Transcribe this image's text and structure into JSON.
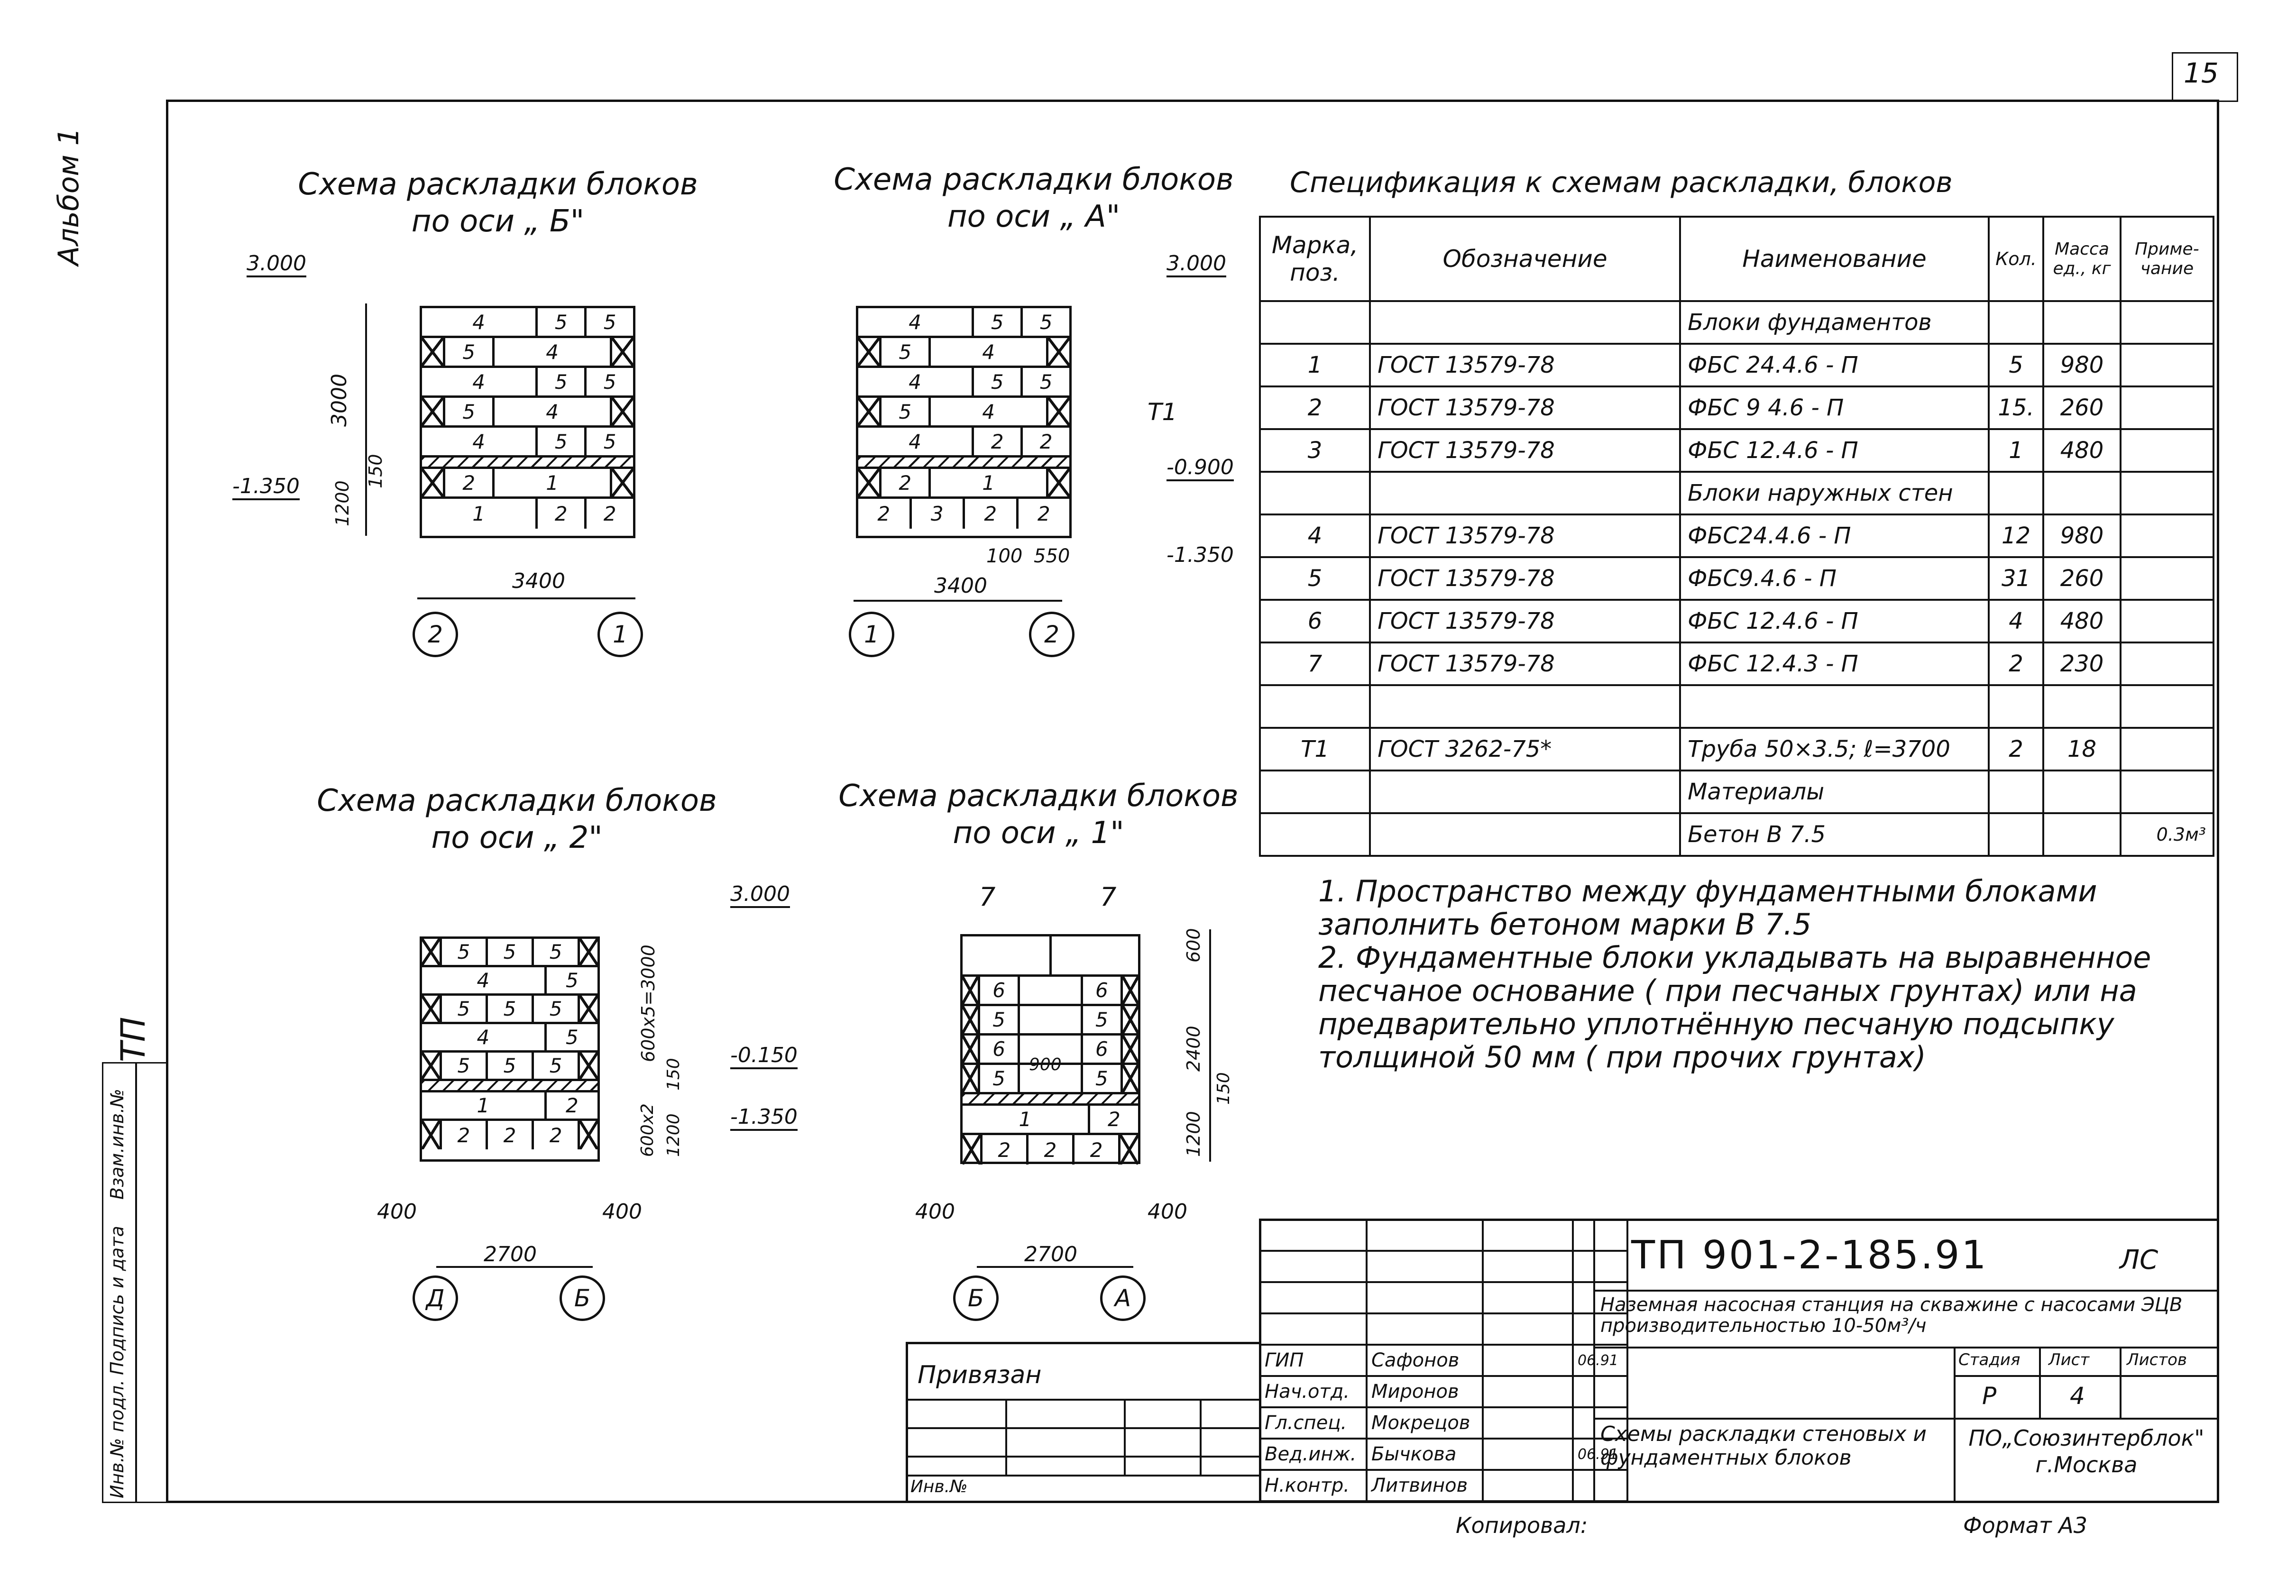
{
  "sheet_number": "15",
  "side_labels": {
    "album": "Альбом 1",
    "tp": "ТП",
    "strip": [
      "Инв.№ подл.",
      "Подпись и дата",
      "Взам.инв.№"
    ]
  },
  "schemes": {
    "b": {
      "title": "Схема раскладки блоков\nпо оси „ Б\"",
      "levels": [
        "3.000",
        "-1.350"
      ],
      "dims": [
        "3000",
        "150",
        "1200",
        "3400"
      ],
      "axes": [
        "2",
        "1"
      ],
      "rows": [
        [
          "4",
          "5",
          "5"
        ],
        [
          "5",
          "4"
        ],
        [
          "4",
          "5",
          "5"
        ],
        [
          "5",
          "4"
        ],
        [
          "4",
          "5",
          "5"
        ],
        [
          "2",
          "1"
        ],
        [
          "1",
          "2",
          "2"
        ]
      ]
    },
    "a": {
      "title": "Схема раскладки блоков\nпо оси „ А\"",
      "levels": [
        "3.000",
        "-0.900",
        "-1.350"
      ],
      "dims": [
        "100",
        "550",
        "3400"
      ],
      "mark": "Т1",
      "axes": [
        "1",
        "2"
      ],
      "rows": [
        [
          "4",
          "5",
          "5"
        ],
        [
          "5",
          "4"
        ],
        [
          "4",
          "5",
          "5"
        ],
        [
          "5",
          "4"
        ],
        [
          "4",
          "2",
          "2"
        ],
        [
          "2",
          "1"
        ],
        [
          "2",
          "3",
          "2",
          "2"
        ]
      ]
    },
    "two": {
      "title": "Схема раскладки блоков\nпо оси „ 2\"",
      "levels": [
        "3.000",
        "-0.150",
        "-1.350"
      ],
      "dims": [
        "600х5=3000",
        "150",
        "600х2",
        "1200",
        "400",
        "400",
        "2700"
      ],
      "axes": [
        "Д",
        "Б"
      ],
      "rows": [
        [
          "5",
          "5",
          "5"
        ],
        [
          "4",
          "5"
        ],
        [
          "5",
          "5",
          "5"
        ],
        [
          "4",
          "5"
        ],
        [
          "5",
          "5",
          "5"
        ],
        [
          "1",
          "2"
        ],
        [
          "2",
          "2",
          "2"
        ]
      ]
    },
    "one": {
      "title": "Схема раскладки блоков\nпо оси „ 1\"",
      "dims": [
        "600",
        "2400",
        "150",
        "1200",
        "400",
        "400",
        "2700",
        "900"
      ],
      "marks": [
        "7",
        "7"
      ],
      "axes": [
        "Б",
        "А"
      ],
      "rows": [
        [
          "6",
          "6"
        ],
        [
          "5",
          "5"
        ],
        [
          "6",
          "6"
        ],
        [
          "5",
          "5"
        ],
        [
          "1",
          "2"
        ],
        [
          "2",
          "2",
          "2"
        ]
      ]
    }
  },
  "spec": {
    "title": "Спецификация к схемам раскладки, блоков",
    "headers": [
      "Марка, поз.",
      "Обозначение",
      "Наименование",
      "Кол.",
      "Масса ед., кг",
      "Приме-чание"
    ],
    "rows": [
      [
        "",
        "",
        "Блоки фундаментов",
        "",
        "",
        ""
      ],
      [
        "1",
        "ГОСТ 13579-78",
        "ФБС 24.4.6 - П",
        "5",
        "980",
        ""
      ],
      [
        "2",
        "ГОСТ 13579-78",
        "ФБС 9 4.6 - П",
        "15.",
        "260",
        ""
      ],
      [
        "3",
        "ГОСТ 13579-78",
        "ФБС 12.4.6 - П",
        "1",
        "480",
        ""
      ],
      [
        "",
        "",
        "Блоки наружных стен",
        "",
        "",
        ""
      ],
      [
        "4",
        "ГОСТ 13579-78",
        "ФБС24.4.6 - П",
        "12",
        "980",
        ""
      ],
      [
        "5",
        "ГОСТ 13579-78",
        "ФБС9.4.6 - П",
        "31",
        "260",
        ""
      ],
      [
        "6",
        "ГОСТ 13579-78",
        "ФБС 12.4.6 - П",
        "4",
        "480",
        ""
      ],
      [
        "7",
        "ГОСТ 13579-78",
        "ФБС 12.4.3 - П",
        "2",
        "230",
        ""
      ],
      [
        "",
        "",
        "",
        "",
        "",
        ""
      ],
      [
        "Т1",
        "ГОСТ 3262-75*",
        "Труба 50×3.5; ℓ=3700",
        "2",
        "18",
        ""
      ],
      [
        "",
        "",
        "Материалы",
        "",
        "",
        ""
      ],
      [
        "",
        "",
        "Бетон В 7.5",
        "",
        "",
        "0.3м³"
      ]
    ]
  },
  "notes": [
    "1. Пространство между фундаментными блоками заполнить бетоном марки В 7.5",
    "2. Фундаментные блоки укладывать на выравненное песчаное основание ( при песчаных грунтах) или на предварительно уплотнённую песчаную подсыпку толщиной 50 мм ( при прочих грунтах)"
  ],
  "title_block": {
    "code": "ТП 901-2-185.91",
    "sheet_code": "ЛС",
    "project": "Наземная насосная станция на скважине с насосами ЭЦВ производительностью 10-50м³/ч",
    "drawing": "Схемы раскладки стеновых и фундаментных блоков",
    "stage_h": "Стадия",
    "sheet_h": "Лист",
    "sheets_h": "Листов",
    "stage": "Р",
    "sheet": "4",
    "org": "ПО„Союзинтерблок\" г.Москва",
    "bound": "Привязан",
    "inv": "Инв.№",
    "roles": [
      "ГИП",
      "Нач.отд.",
      "Гл.спец.",
      "Вед.инж.",
      "Н.контр."
    ],
    "names": [
      "Сафонов",
      "Миронов",
      "Мокрецов",
      "Бычкова",
      "Литвинов"
    ],
    "date": "06.91",
    "copied": "Копировал:",
    "format": "Формат А3"
  }
}
